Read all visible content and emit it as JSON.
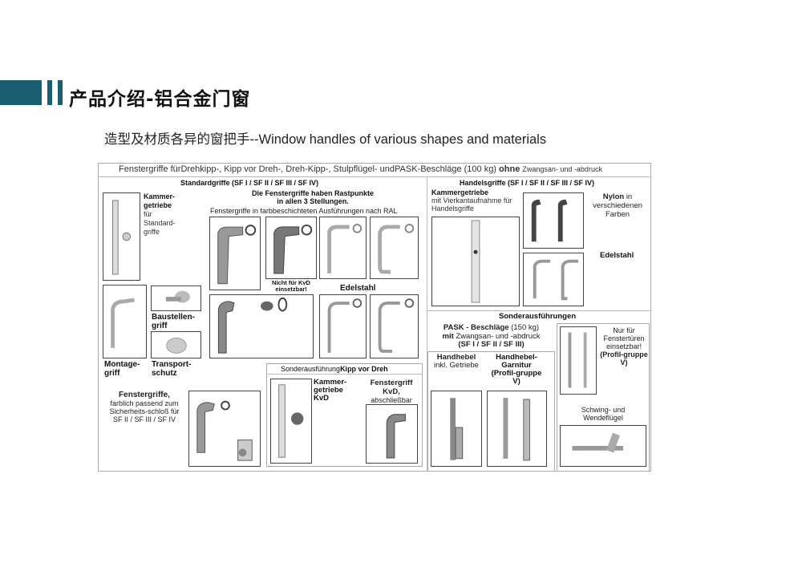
{
  "slide": {
    "title": "产品介绍-铝合金门窗",
    "subtitle": "造型及材质各异的窗把手--Window handles of various shapes and materials"
  },
  "catalog": {
    "header_main": "Fenstergriffe fürDrehkipp-, Kipp vor Dreh-, Dreh-Kipp-, Stulpflügel- undPASK-Beschläge (100 kg)",
    "header_bold": "ohne",
    "header_rest": "Zwangsan- und -abdruck",
    "standard": {
      "title": "Standardgriffe (SF I / SF II / SF III / SF IV)",
      "rast1": "Die Fenstergriffe haben Rastpunkte",
      "rast2": "in allen 3 Stellungen.",
      "ral": "Fenstergriffe in farbbeschichteten Ausführungen nach RAL",
      "kammer_bold": "Kammer-getriebe",
      "kammer_rest": "für Standard-griffe",
      "nicht": "Nicht für KvD einsetzbar!",
      "edelstahl": "Edelstahl",
      "montage": "Montage-griff",
      "baustellen": "Baustellen-griff",
      "transport": "Transport-schutz",
      "fg_bold": "Fenstergriffe,",
      "fg_rest": "farblich passend zum Sicherheits-schloß für SF II / SF III / SF IV"
    },
    "kvd": {
      "title_a": "Sonderausführung",
      "title_b": "Kipp vor Dreh",
      "kammer": "Kammer-getriebe KvD",
      "fg_bold": "Fenstergriff KvD,",
      "fg_rest": "abschließbar"
    },
    "handels": {
      "title": "Handelsgriffe (SF I / SF II / SF III / SF IV)",
      "kammer_bold": "Kammergetriebe",
      "kammer_rest": "mit Vierkantaufnahme für Handelsgriffe",
      "nylon_bold": "Nylon",
      "nylon_rest": "in verschiedenen Farben",
      "edelstahl": "Edelstahl"
    },
    "sonder": {
      "title": "Sonderausführungen",
      "pask_bold": "PASK - Beschläge",
      "pask_kg": "(150 kg)",
      "mit": "mit",
      "zwang": "Zwangsan- und -abdruck",
      "sf": "(SF I / SF II / SF III)",
      "hh_bold": "Handhebel",
      "hh_rest": "inkl. Getriebe",
      "hhg": "Handhebel-Garnitur (Profil-gruppe V)",
      "nur": "Nur für Fenstertüren einsetzbar!",
      "profil": "(Profil-gruppe V)",
      "schwing": "Schwing- und Wendeflügel"
    }
  }
}
